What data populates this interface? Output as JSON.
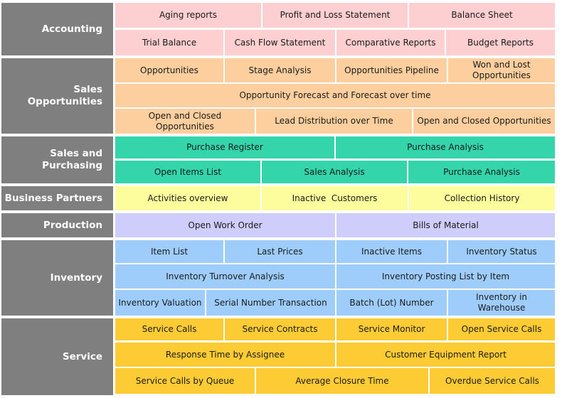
{
  "categories": [
    {
      "key": "accounting",
      "label": "Accounting",
      "color": "#fdcfd0"
    },
    {
      "key": "sales_opportunities",
      "label": "Sales\nOpportunities",
      "color": "#fdcf9e"
    },
    {
      "key": "sales_purchasing",
      "label": "Sales and\nPurchasing",
      "color": "#34d5ab"
    },
    {
      "key": "business_partners",
      "label": "Business Partners",
      "color": "#fdfd9d"
    },
    {
      "key": "production",
      "label": "Production",
      "color": "#cfcdfb"
    },
    {
      "key": "inventory",
      "label": "Inventory",
      "color": "#9ecdfc"
    },
    {
      "key": "service",
      "label": "Service",
      "color": "#fdcc34"
    }
  ],
  "category_bar_color": "#7f7f7f",
  "accounting": {
    "aging_reports": "Aging reports",
    "profit_and_loss": "Profit and Loss Statement",
    "balance_sheet": "Balance Sheet",
    "trial_balance": "Trial Balance",
    "cash_flow": "Cash Flow Statement",
    "comparative_reports": "Comparative Reports",
    "budget_reports": "Budget Reports"
  },
  "sales_opportunities": {
    "opportunities": "Opportunities",
    "stage_analysis": "Stage Analysis",
    "opportunities_pipeline": "Opportunities Pipeline",
    "won_and_lost": "Won and Lost\nOpportunities",
    "forecast": "Opportunity Forecast and Forecast over time",
    "open_closed_1": "Open and Closed Opportunities",
    "lead_distribution": "Lead Distribution over Time",
    "open_closed_2": "Open and Closed Opportunities"
  },
  "sales_purchasing": {
    "purchase_register": "Purchase Register",
    "purchase_analysis_1": "Purchase Analysis",
    "open_items_list": "Open Items List",
    "sales_analysis": "Sales Analysis",
    "purchase_analysis_2": "Purchase Analysis"
  },
  "business_partners": {
    "activities_overview": "Activities overview",
    "inactive_customers": "Inactive  Customers",
    "collection_history": "Collection History"
  },
  "production": {
    "open_work_order": "Open Work Order",
    "bills_of_material": "Bills of Material"
  },
  "inventory": {
    "item_list": "Item List",
    "last_prices": "Last Prices",
    "inactive_items": "Inactive Items",
    "inventory_status": "Inventory Status",
    "turnover_analysis": "Inventory Turnover Analysis",
    "posting_list": "Inventory Posting List by Item",
    "valuation": "Inventory Valuation",
    "serial_number": "Serial Number Transaction",
    "batch_number": "Batch (Lot) Number",
    "in_warehouse": "Inventory in Warehouse"
  },
  "service": {
    "service_calls": "Service Calls",
    "service_contracts": "Service Contracts",
    "service_monitor": "Service Monitor",
    "open_service_calls": "Open Service Calls",
    "response_time": "Response Time by Assignee",
    "customer_equipment": "Customer Equipment Report",
    "calls_by_queue": "Service Calls by Queue",
    "average_closure": "Average Closure Time",
    "overdue_calls": "Overdue Service Calls"
  }
}
